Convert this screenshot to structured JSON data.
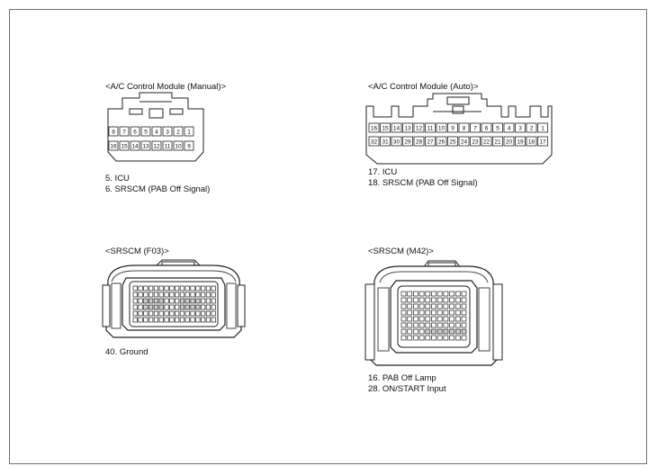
{
  "panels": [
    {
      "title": "<A/C Control Module (Manual)>",
      "pin_labels": [
        "5. ICU",
        "6. SRSCM (PAB Off Signal)"
      ],
      "connector": {
        "rows": [
          [
            "8",
            "7",
            "6",
            "5",
            "4",
            "3",
            "2",
            "1"
          ],
          [
            "16",
            "15",
            "14",
            "13",
            "12",
            "11",
            "10",
            "9"
          ]
        ]
      }
    },
    {
      "title": "<A/C Control Module (Auto)>",
      "pin_labels": [
        "17. ICU",
        "18. SRSCM (PAB Off Signal)"
      ],
      "connector": {
        "rows": [
          [
            "16",
            "15",
            "14",
            "13",
            "12",
            "11",
            "10",
            "9",
            "8",
            "7",
            "6",
            "5",
            "4",
            "3",
            "2",
            "1"
          ],
          [
            "32",
            "31",
            "30",
            "29",
            "28",
            "27",
            "26",
            "25",
            "24",
            "23",
            "22",
            "21",
            "20",
            "19",
            "18",
            "17"
          ]
        ]
      }
    },
    {
      "title": "<SRSCM (F03)>",
      "pin_labels": [
        "40. Ground"
      ]
    },
    {
      "title": "<SRSCM (M42)>",
      "pin_labels": [
        "16. PAB Off Lamp",
        "28. ON/START Input"
      ]
    }
  ]
}
